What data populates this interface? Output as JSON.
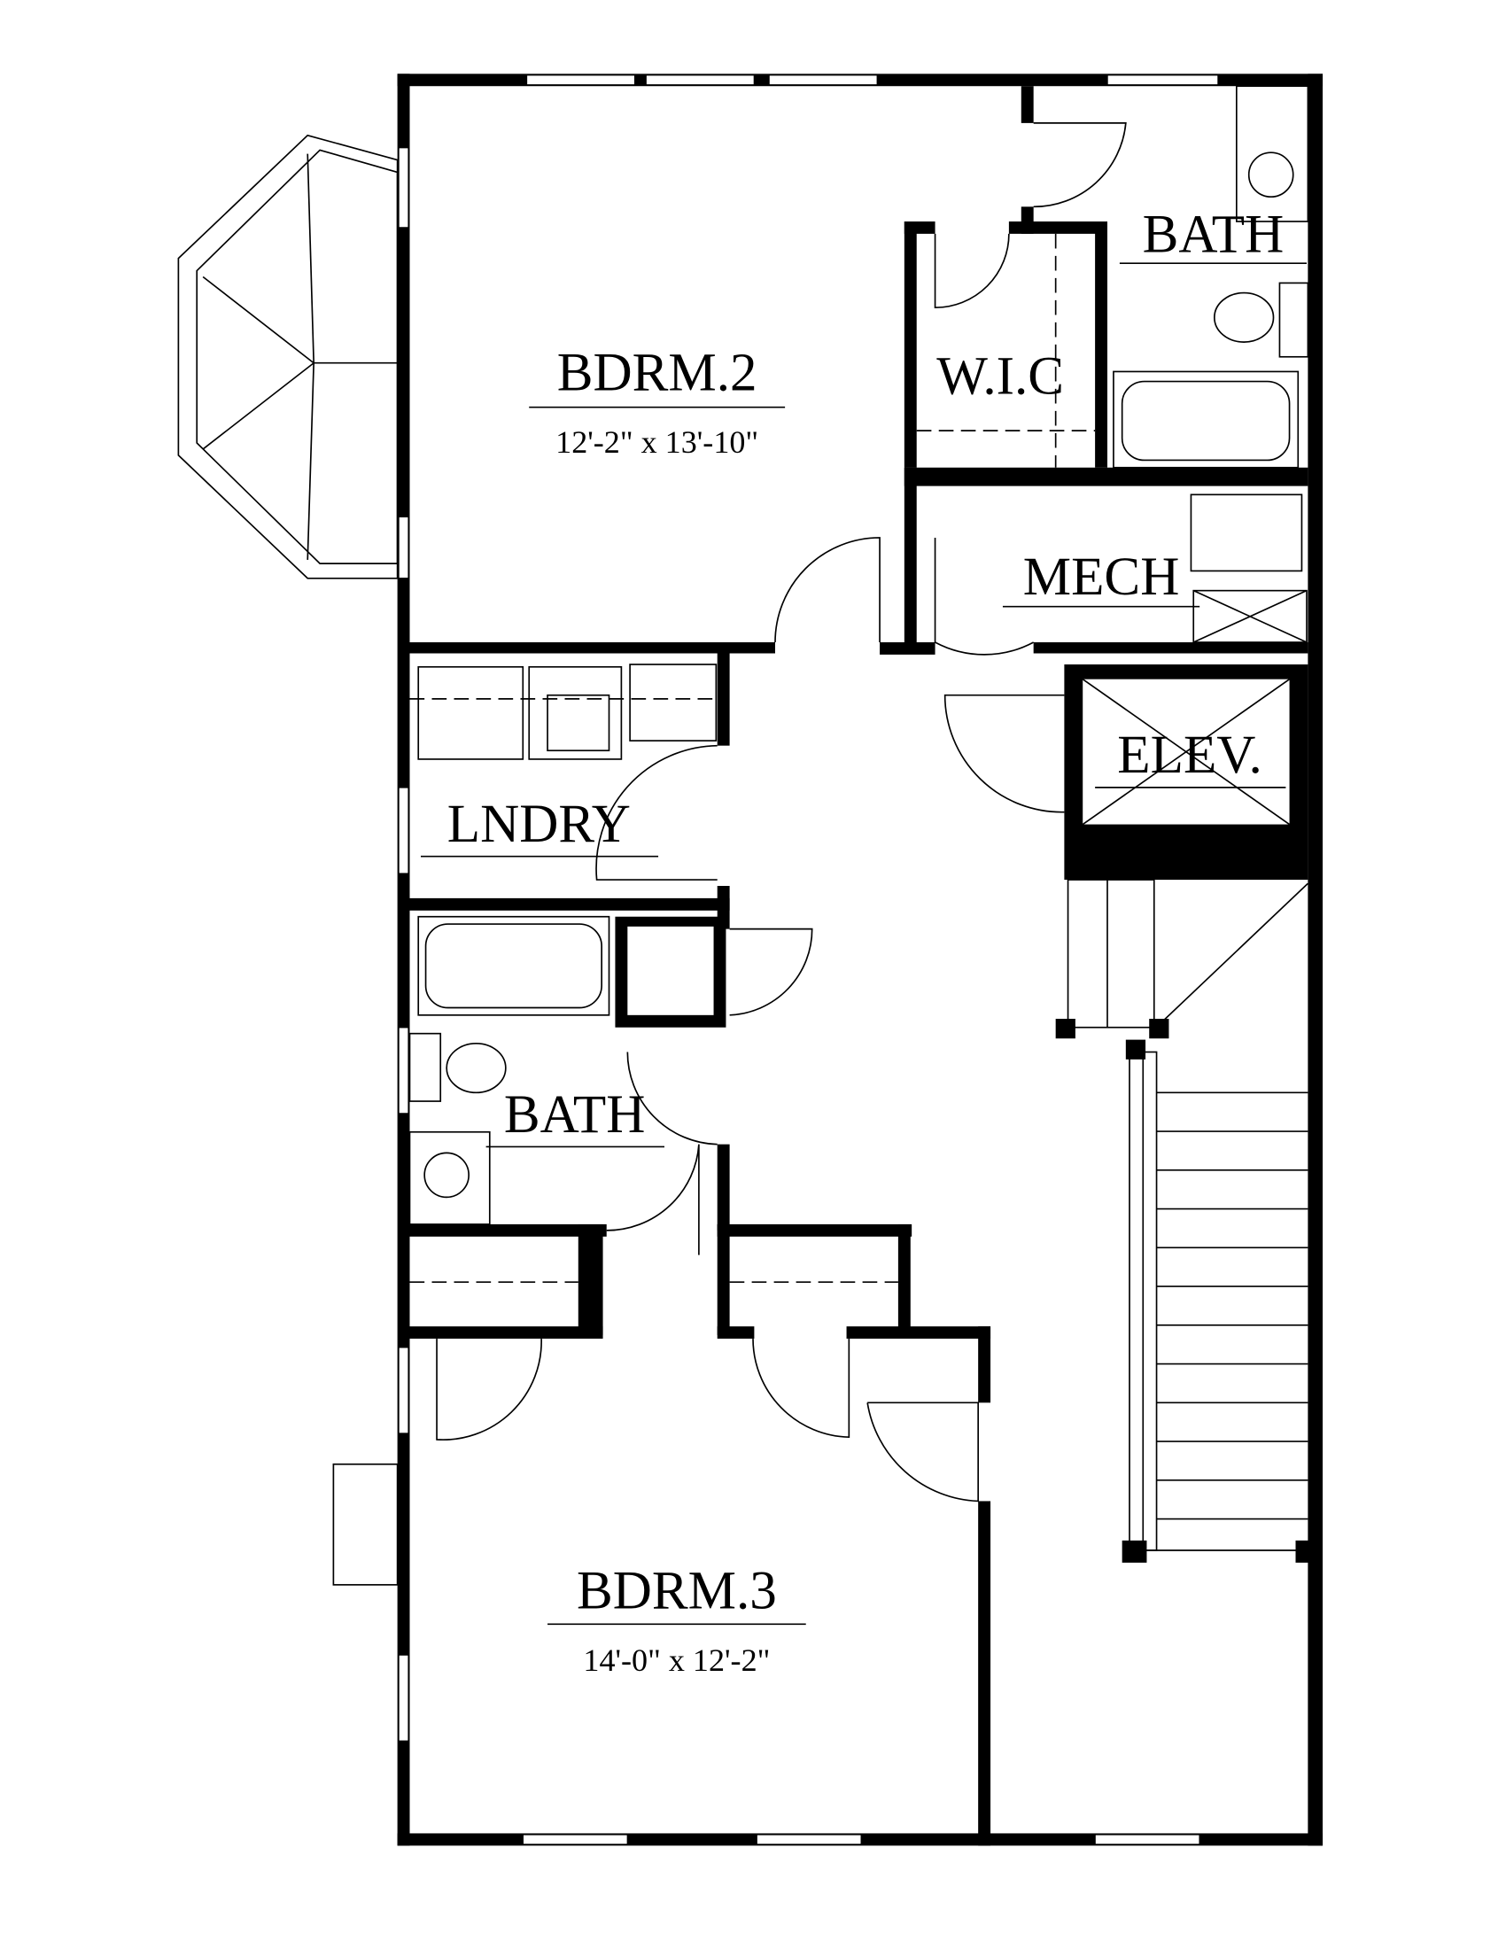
{
  "rooms": {
    "bdrm2": {
      "name": "BDRM.2",
      "size": "12'-2\" x 13'-10\""
    },
    "wic": {
      "name": "W.I.C"
    },
    "bath_upper": {
      "name": "BATH"
    },
    "mech": {
      "name": "MECH"
    },
    "elev": {
      "name": "ELEV."
    },
    "lndry": {
      "name": "LNDRY"
    },
    "bath_lower": {
      "name": "BATH"
    },
    "bdrm3": {
      "name": "BDRM.3",
      "size": "14'-0\" x 12'-2\""
    }
  }
}
